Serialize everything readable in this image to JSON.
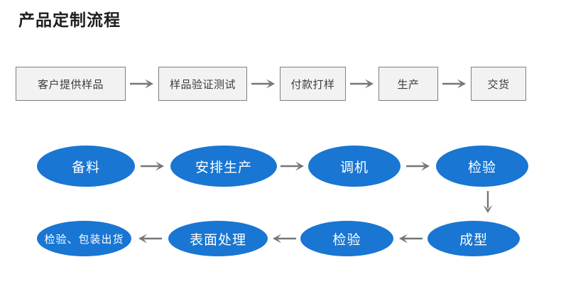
{
  "page": {
    "title": "产品定制流程",
    "background": "#ffffff",
    "accent_blue": "#1976d2",
    "box_fill": "#f2f2f2",
    "box_border": "#7f7f7f",
    "arrow_color": "#767676",
    "title_color": "#1f1f1f",
    "box_text_color": "#3c3c3c",
    "ellipse_text_color": "#ffffff"
  },
  "flow_rows": [
    {
      "id": "row-boxes",
      "shape": "rectangle",
      "direction": "left-to-right",
      "arrow_icon": "arrow-right-icon",
      "nodes": [
        {
          "label": "客户提供样品",
          "width": 155
        },
        {
          "label": "样品验证测试",
          "width": 125
        },
        {
          "label": "付款打样",
          "width": 93
        },
        {
          "label": "生产",
          "width": 84
        },
        {
          "label": "交货",
          "width": 78
        }
      ]
    },
    {
      "id": "row-ell-1",
      "shape": "ellipse",
      "direction": "left-to-right",
      "arrow_icon": "arrow-right-icon",
      "nodes": [
        {
          "label": "备料",
          "width": 138,
          "gap": 50
        },
        {
          "label": "安排生产",
          "width": 150,
          "gap": 44
        },
        {
          "label": "调机",
          "width": 130,
          "gap": 50
        },
        {
          "label": "检验",
          "width": 130,
          "gap": 0
        }
      ]
    },
    {
      "id": "row-ell-2",
      "shape": "ellipse",
      "direction": "right-to-left",
      "arrow_icon": "arrow-left-icon",
      "nodes": [
        {
          "label": "检验、包装出货",
          "width": 133,
          "gap": 52,
          "font_size": "15px"
        },
        {
          "label": "表面处理",
          "width": 140,
          "gap": 46,
          "font_size": "19px"
        },
        {
          "label": "检验",
          "width": 131,
          "gap": 48,
          "font_size": "19px"
        },
        {
          "label": "成型",
          "width": 130,
          "gap": 0,
          "font_size": "19px"
        }
      ]
    }
  ],
  "connectors": [
    {
      "name": "arrow-down-row2-to-row3",
      "icon": "arrow-down-icon",
      "from": "检验",
      "to": "成型"
    }
  ]
}
